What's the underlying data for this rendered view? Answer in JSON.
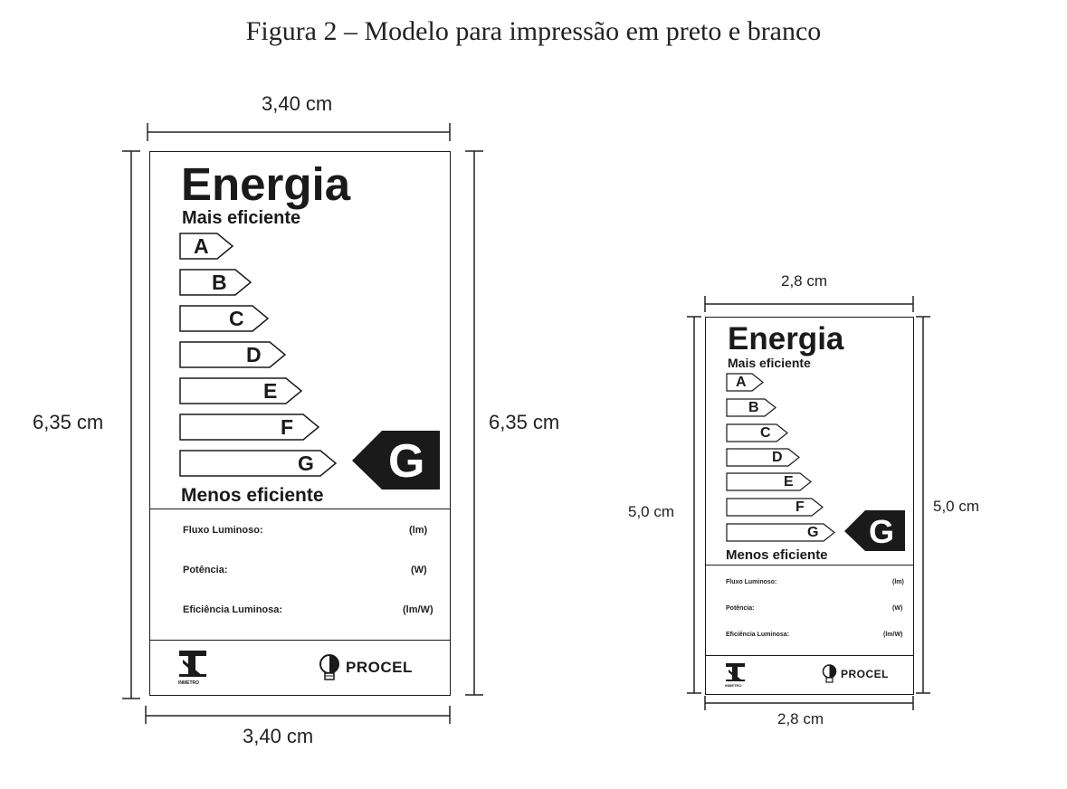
{
  "figure_title": "Figura 2 – Modelo para impressão em preto e branco",
  "large_label": {
    "width_top": "3,40 cm",
    "width_bottom": "3,40 cm",
    "height_left": "6,35 cm",
    "height_right": "6,35 cm"
  },
  "small_label": {
    "width_top": "2,8 cm",
    "width_bottom": "2,8 cm",
    "height_left": "5,0 cm",
    "height_right": "5,0 cm"
  },
  "label": {
    "title": "Energia",
    "most_efficient": "Mais eficiente",
    "least_efficient": "Menos eficiente",
    "classes": [
      "A",
      "B",
      "C",
      "D",
      "E",
      "F",
      "G"
    ],
    "current_class": "G",
    "rows": [
      {
        "label": "Fluxo Luminoso:",
        "unit": "(lm)"
      },
      {
        "label": "Potência:",
        "unit": "(W)"
      },
      {
        "label": "Eficiência Luminosa:",
        "unit": "(lm/W)"
      }
    ],
    "inmetro_caption": "INMETRO",
    "procel_text": "PROCEL"
  },
  "colors": {
    "ink": "#1a1a1a",
    "background": "#ffffff"
  },
  "icons": {
    "inmetro": "inmetro-logo",
    "procel": "procel-bulb-icon"
  }
}
